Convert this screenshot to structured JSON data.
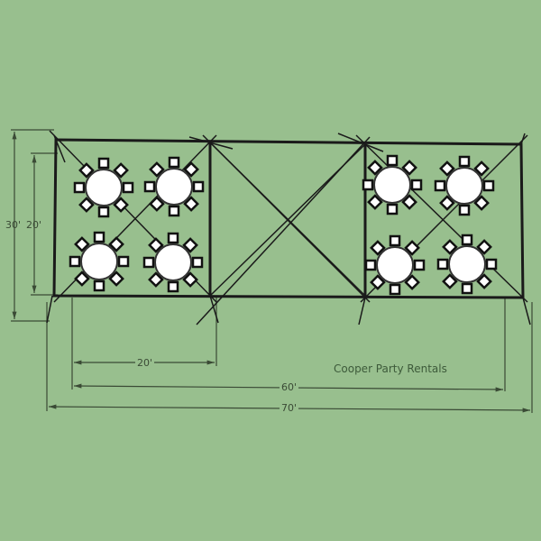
{
  "dimensions": {
    "height_outer": "30'",
    "height_inner": "20'",
    "section_width": "20'",
    "tent_length": "60'",
    "overall_length": "70'"
  },
  "brand": "Cooper Party Rentals",
  "layout": {
    "sections": 3,
    "tables_per_end_section": 4,
    "chairs_per_table": 8
  }
}
